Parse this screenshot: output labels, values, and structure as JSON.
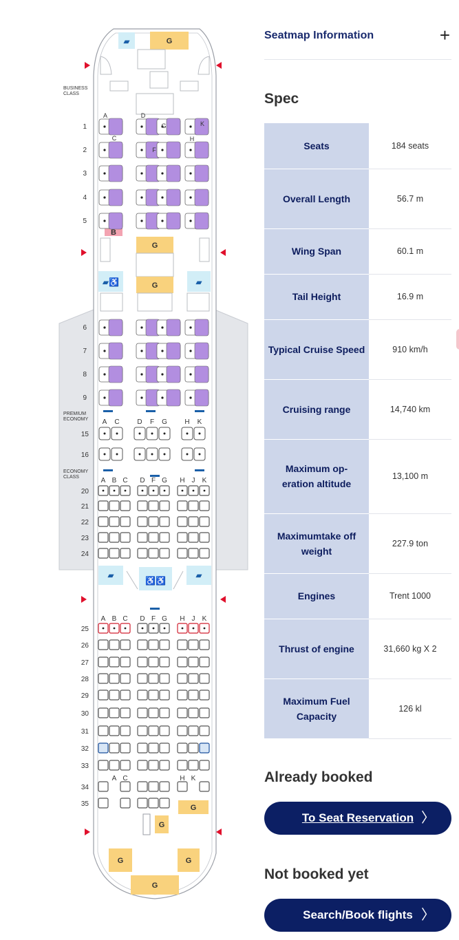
{
  "seatmap": {
    "sections": [
      "BUSINESS CLASS",
      "PREMIUM ECONOMY",
      "ECONOMY CLASS"
    ],
    "galley_label": "G",
    "bar_label": "B",
    "rows": [
      "1",
      "2",
      "3",
      "4",
      "5",
      "6",
      "7",
      "8",
      "9",
      "15",
      "16",
      "20",
      "21",
      "22",
      "23",
      "24",
      "25",
      "26",
      "27",
      "28",
      "29",
      "30",
      "31",
      "32",
      "33",
      "34",
      "35"
    ],
    "business_letters": [
      "A",
      "C",
      "D",
      "G",
      "F",
      "H",
      "K"
    ],
    "premium_letters": [
      "A",
      "C",
      "D",
      "F",
      "G",
      "H",
      "K"
    ],
    "economy_letters": [
      "A",
      "B",
      "C",
      "D",
      "F",
      "G",
      "H",
      "J",
      "K"
    ],
    "rear_letters": [
      "A",
      "C",
      "H",
      "K"
    ],
    "colors": {
      "business": "#b28ee0",
      "galley": "#f9d27d",
      "lavatory": "#d2eef7",
      "bar": "#f3a3b1",
      "exit": "#e0102c",
      "accent": "#1a5fa8"
    }
  },
  "info": {
    "accordion_title": "Seatmap Information",
    "accordion_icon": "plus-icon",
    "spec_heading": "Spec"
  },
  "specs": [
    {
      "label": "Seats",
      "value": "184 seats"
    },
    {
      "label": "Overall Length",
      "value": "56.7 m"
    },
    {
      "label": "Wing Span",
      "value": "60.1 m"
    },
    {
      "label": "Tail Height",
      "value": "16.9 m"
    },
    {
      "label": "Typical Cruise Speed",
      "value": "910 km/h"
    },
    {
      "label": "Cruising range",
      "value": "14,740 km"
    },
    {
      "label": "Maximum op-eration altitude",
      "value": "13,100 m"
    },
    {
      "label": "Maximumtake off weight",
      "value": "227.9 ton"
    },
    {
      "label": "Engines",
      "value": "Trent 1000"
    },
    {
      "label": "Thrust of engine",
      "value": "31,660 kg X 2"
    },
    {
      "label": "Maximum Fuel Capacity",
      "value": "126 kl"
    }
  ],
  "booked": {
    "heading": "Already booked",
    "button": "To Seat Reservation",
    "chevron": "chevron-right-icon"
  },
  "not_booked": {
    "heading": "Not booked yet",
    "button": "Search/Book flights",
    "chevron": "chevron-right-icon"
  }
}
